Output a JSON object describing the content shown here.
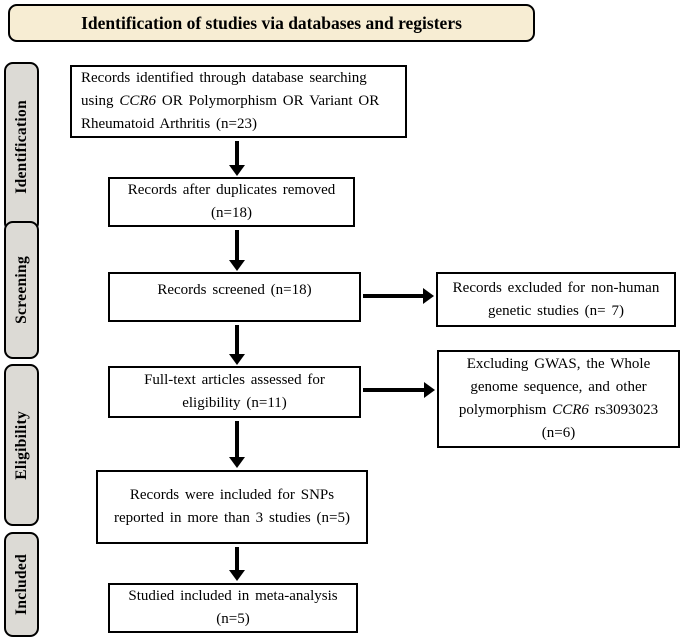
{
  "header": {
    "title": "Identification of studies via databases and registers"
  },
  "sidebar": {
    "stages": [
      {
        "label": "Identification"
      },
      {
        "label": "Screening"
      },
      {
        "label": "Eligibility"
      },
      {
        "label": "Included"
      }
    ]
  },
  "flow": {
    "identified": {
      "pre": "Records identified through database searching using ",
      "gene": "CCR6",
      "post": " OR Polymorphism OR Variant OR Rheumatoid Arthritis (n=23)"
    },
    "duplicates_removed": {
      "text": "Records after duplicates removed (n=18)"
    },
    "screened": {
      "text": "Records screened (n=18)"
    },
    "full_text": {
      "text": "Full-text articles assessed for eligibility (n=11)"
    },
    "included_snps": {
      "text": "Records were included for SNPs reported in more than 3 studies (n=5)"
    },
    "meta_analysis": {
      "text": "Studied included in meta-analysis (n=5)"
    }
  },
  "exclusions": {
    "non_human": {
      "text": "Records excluded for non-human genetic studies (n= 7)"
    },
    "gwas": {
      "pre": "Excluding GWAS, the Whole genome sequence, and other polymorphism ",
      "gene": "CCR6",
      "post": " rs3093023 (n=6)"
    }
  },
  "colors": {
    "title_bg": "#f7edd3",
    "stage_bg": "#dcdad5",
    "border": "#000000",
    "arrow": "#000000"
  }
}
